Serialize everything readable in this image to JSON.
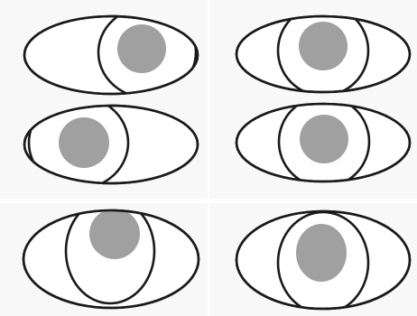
{
  "figure": {
    "colors": {
      "background": "#ffffff",
      "panel": "#f8f8f8",
      "outline": "#1a1a1a",
      "pupil": "#a0a0a0"
    },
    "panels": [
      {
        "id": "eye-1",
        "gaze": "right"
      },
      {
        "id": "eye-2",
        "gaze": "center"
      },
      {
        "id": "eye-3",
        "gaze": "left"
      },
      {
        "id": "eye-4",
        "gaze": "center"
      },
      {
        "id": "eye-5",
        "gaze": "up"
      },
      {
        "id": "eye-6",
        "gaze": "center-down"
      }
    ]
  }
}
